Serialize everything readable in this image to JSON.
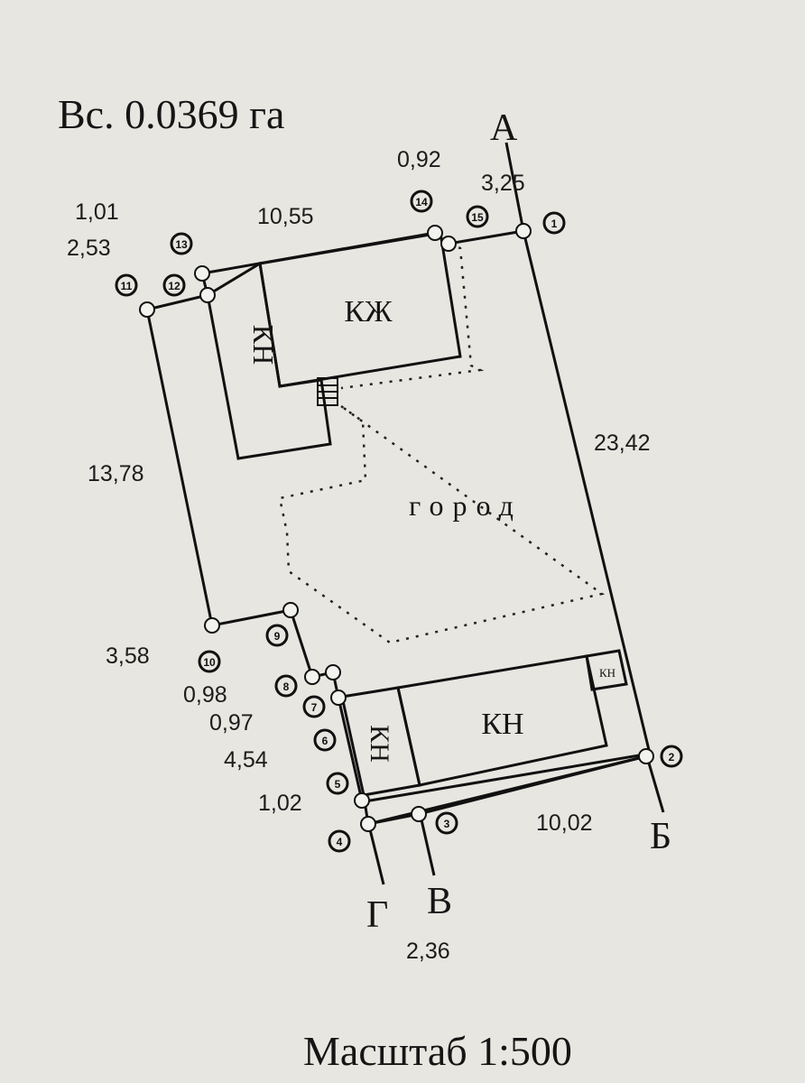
{
  "area_label": "Вс. 0.0369 га",
  "scale_label": "Масштаб 1:500",
  "directions": {
    "a": "А",
    "b": "Б",
    "v": "В",
    "g": "Г"
  },
  "zone_label": "город",
  "buildings": {
    "kzh": "КЖ",
    "kn_left": "КН",
    "kn_bottom_long": "КН",
    "kn_bottom_small": "КН",
    "kn_tiny": "КН"
  },
  "dimensions": {
    "d_1_01": "1,01",
    "d_2_53": "2,53",
    "d_10_55": "10,55",
    "d_0_92": "0,92",
    "d_3_25": "3,25",
    "d_23_42": "23,42",
    "d_13_78": "13,78",
    "d_3_58": "3,58",
    "d_0_98": "0,98",
    "d_0_97": "0,97",
    "d_4_54": "4,54",
    "d_1_02": "1,02",
    "d_10_02": "10,02",
    "d_2_36": "2,36"
  },
  "points": {
    "p1": "1",
    "p2": "2",
    "p3": "3",
    "p4": "4",
    "p5": "5",
    "p6": "6",
    "p7": "7",
    "p8": "8",
    "p9": "9",
    "p10": "10",
    "p11": "11",
    "p12": "12",
    "p13": "13",
    "p14": "14",
    "p15": "15"
  }
}
